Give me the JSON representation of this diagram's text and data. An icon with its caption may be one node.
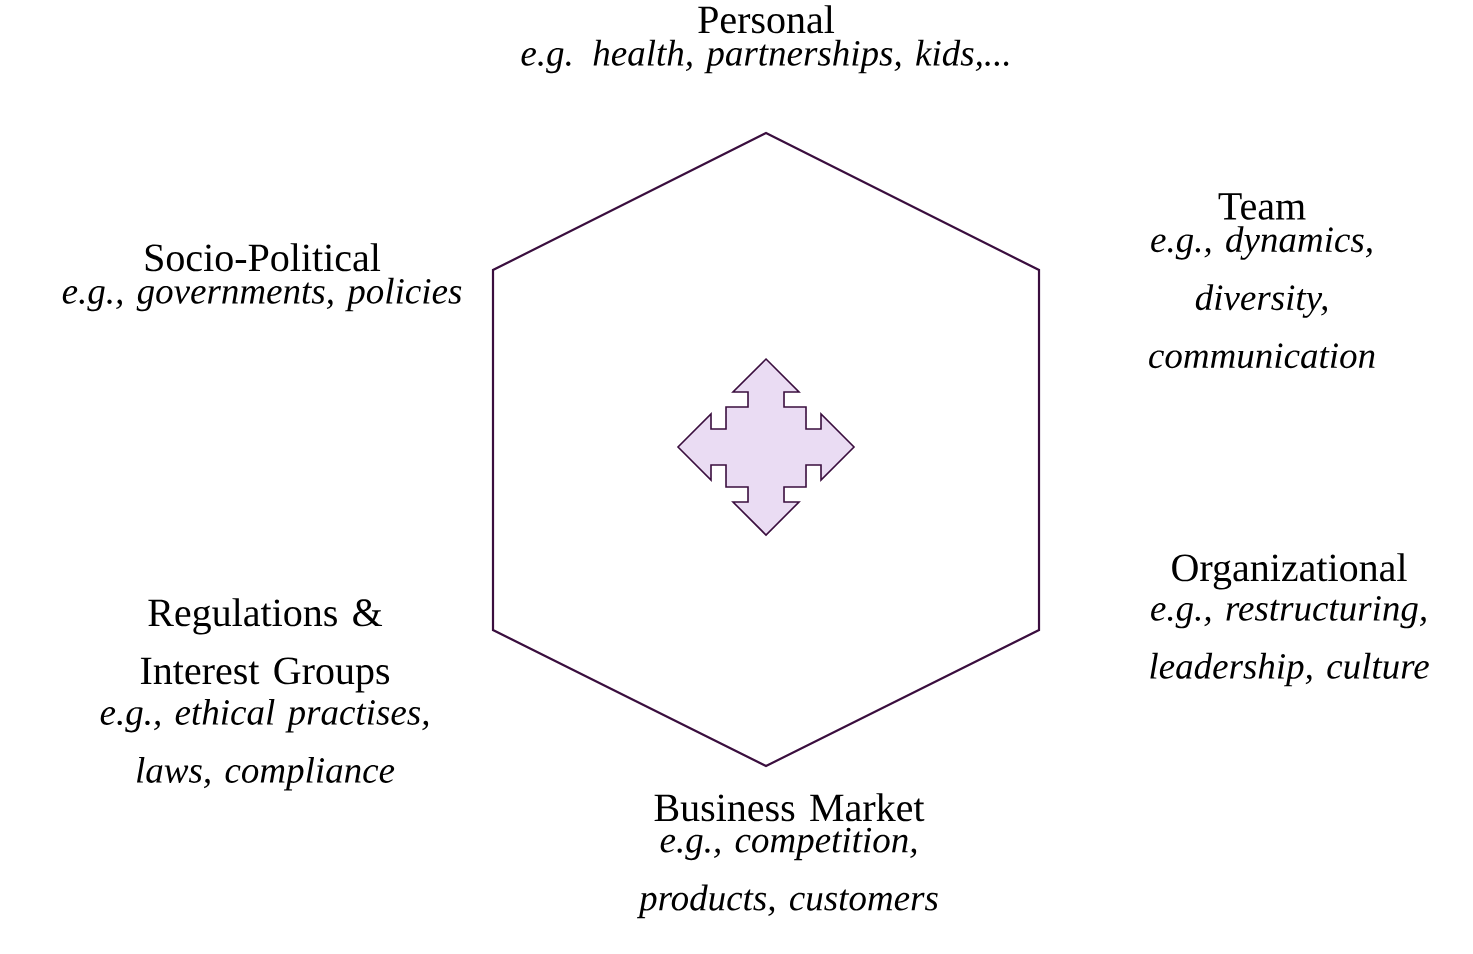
{
  "diagram": {
    "labels": [
      "Personal",
      "e.g. health, partnerships, kids,...",
      "Team",
      "e.g., dynamics, diversity, communication",
      "Socio-Political",
      "e.g., governments, policies",
      "Organizational",
      "e.g., restructuring, leadership, culture",
      "Regulations & Interest Groups",
      "e.g., ethical practises, laws, compliance",
      "Business Market",
      "e.g., competition, products, customers"
    ]
  }
}
